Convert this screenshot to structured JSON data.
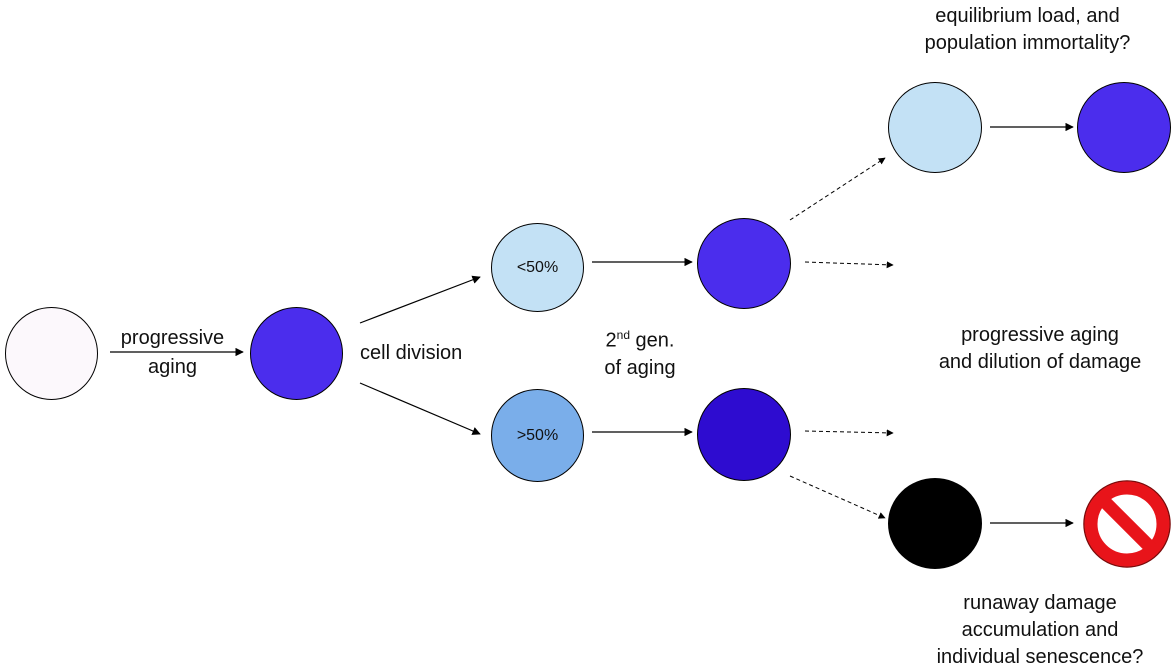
{
  "labels": {
    "progressive_aging_line1": "progressive",
    "progressive_aging_line2": "aging",
    "cell_division": "cell division",
    "second_gen_base": "2",
    "second_gen_sup": "nd",
    "second_gen_rest": " gen.",
    "second_gen_line2": "of aging",
    "equilibrium_line1": "equilibrium load, and",
    "equilibrium_line2": "population immortality?",
    "dilution_line1": "progressive aging",
    "dilution_line2": "and dilution of damage",
    "runaway_line1": "runaway damage",
    "runaway_line2": "accumulation and",
    "runaway_line3": "individual senescence?"
  },
  "nodes": {
    "young_cell": {
      "fill": "#fcf8fc"
    },
    "aged_cell": {
      "fill": "#4b2ded"
    },
    "daughter_low": {
      "label": "<50%",
      "fill": "#c3e1f5"
    },
    "daughter_high": {
      "label": ">50%",
      "fill": "#7aaeea"
    },
    "aged_low": {
      "fill": "#4b2ded"
    },
    "aged_high": {
      "fill": "#2e0cd0"
    },
    "renewed_cell": {
      "fill": "#c3e1f5"
    },
    "renewed_aged": {
      "fill": "#4b2ded"
    },
    "dead_cell": {
      "fill": "#000000"
    }
  },
  "icons": {
    "prohibited": "no-entry-icon"
  },
  "colors": {
    "stop_red": "#e8141a"
  }
}
